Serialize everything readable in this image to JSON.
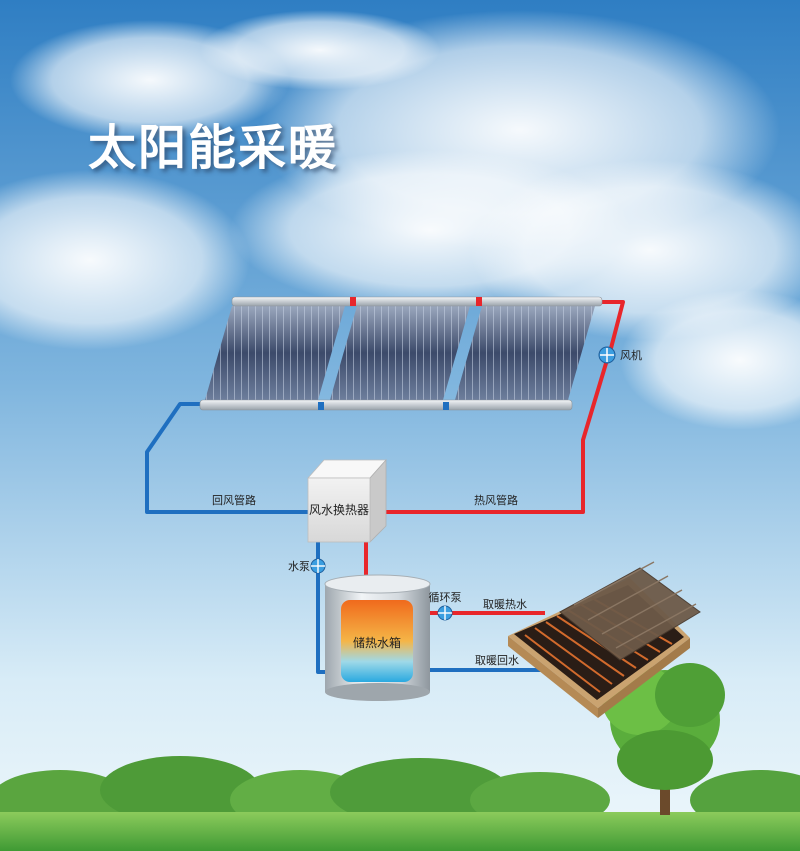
{
  "title": "太阳能采暖",
  "labels": {
    "fan": "风机",
    "return_air_pipe": "回风管路",
    "hot_air_pipe": "热风管路",
    "air_water_exchanger": "风水换热器",
    "water_pump": "水泵",
    "heat_storage_tank": "储热水箱",
    "circulation_pump": "循环泵",
    "heating_supply": "取暖热水",
    "heating_return": "取暖回水"
  },
  "colors": {
    "hot_pipe": "#e8262b",
    "cold_pipe": "#1f6fc0",
    "pump": "#3b9ee0",
    "sky_top": "#2f7ec3",
    "grass": "#5fb54a"
  },
  "icons": [
    "fan-icon",
    "water-pump-icon",
    "circulation-pump-icon"
  ]
}
